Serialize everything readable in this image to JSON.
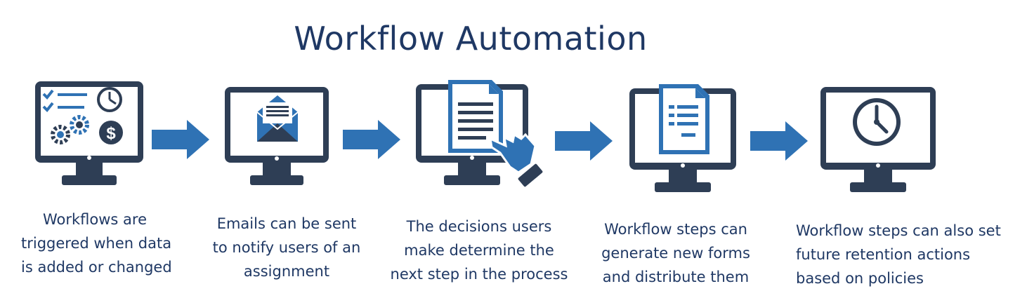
{
  "title": "Workflow Automation",
  "colors": {
    "navy": "#2e3e55",
    "blue": "#2f72b4",
    "text": "#1f3864"
  },
  "steps": [
    {
      "icon": "checklist-clock-gears-dollar-icon",
      "caption": [
        "Workflows are",
        "triggered when data",
        "is added or changed"
      ]
    },
    {
      "icon": "envelope-icon",
      "caption": [
        "Emails can be sent",
        "to notify users of an",
        "assignment"
      ]
    },
    {
      "icon": "document-hand-icon",
      "caption": [
        "The decisions users",
        "make determine the",
        "next step in the process"
      ]
    },
    {
      "icon": "form-document-icon",
      "caption": [
        "Workflow steps can",
        "generate new forms",
        "and distribute them"
      ]
    },
    {
      "icon": "clock-icon",
      "caption": [
        "Workflow steps can also set",
        "future retention actions",
        "based on policies"
      ]
    }
  ]
}
